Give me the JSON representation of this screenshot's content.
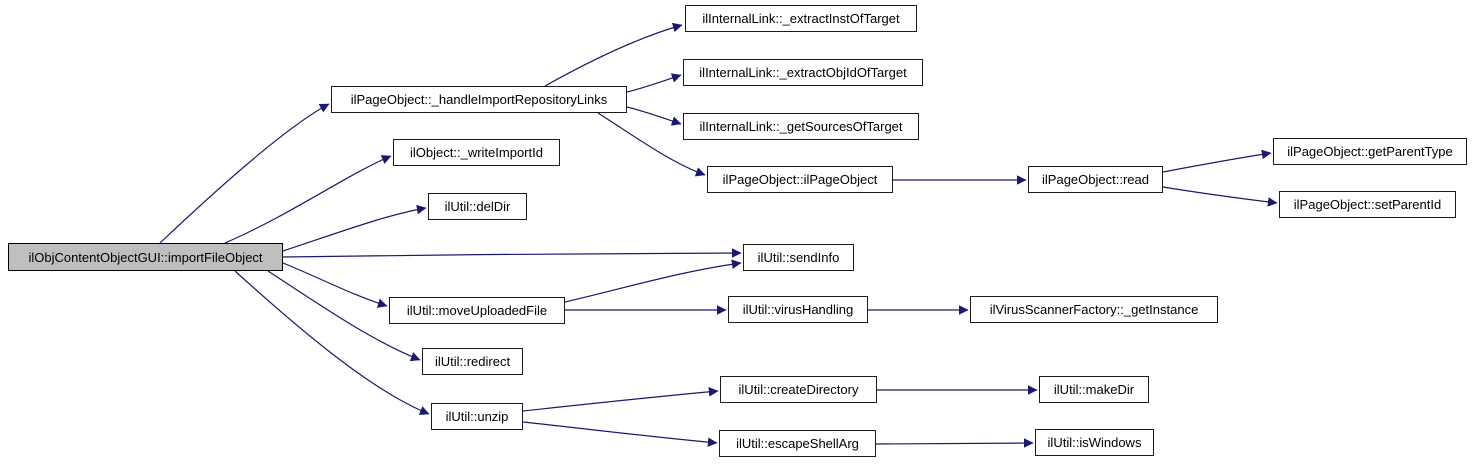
{
  "diagram_type": "doxygen-call-graph",
  "colors": {
    "edge": "#191970",
    "root_node_fill": "#bfbfbf",
    "node_fill": "#ffffff",
    "node_border": "#000000",
    "background": "#ffffff"
  },
  "nodes": {
    "import_file_object": {
      "label": "ilObjContentObjectGUI::importFileObject"
    },
    "handle_import_repository_links": {
      "label": "ilPageObject::_handleImportRepositoryLinks"
    },
    "write_import_id": {
      "label": "ilObject::_writeImportId"
    },
    "del_dir": {
      "label": "ilUtil::delDir"
    },
    "send_info": {
      "label": "ilUtil::sendInfo"
    },
    "move_uploaded_file": {
      "label": "ilUtil::moveUploadedFile"
    },
    "redirect": {
      "label": "ilUtil::redirect"
    },
    "unzip": {
      "label": "ilUtil::unzip"
    },
    "extract_inst_of_target": {
      "label": "ilInternalLink::_extractInstOfTarget"
    },
    "extract_obj_id_of_target": {
      "label": "ilInternalLink::_extractObjIdOfTarget"
    },
    "get_sources_of_target": {
      "label": "ilInternalLink::_getSourcesOfTarget"
    },
    "il_page_object": {
      "label": "ilPageObject::ilPageObject"
    },
    "read": {
      "label": "ilPageObject::read"
    },
    "get_parent_type": {
      "label": "ilPageObject::getParentType"
    },
    "set_parent_id": {
      "label": "ilPageObject::setParentId"
    },
    "virus_handling": {
      "label": "ilUtil::virusHandling"
    },
    "get_instance": {
      "label": "ilVirusScannerFactory::_getInstance"
    },
    "create_directory": {
      "label": "ilUtil::createDirectory"
    },
    "make_dir": {
      "label": "ilUtil::makeDir"
    },
    "escape_shell_arg": {
      "label": "ilUtil::escapeShellArg"
    },
    "is_windows": {
      "label": "ilUtil::isWindows"
    }
  },
  "edges": [
    {
      "from": "import_file_object",
      "to": "handle_import_repository_links"
    },
    {
      "from": "import_file_object",
      "to": "write_import_id"
    },
    {
      "from": "import_file_object",
      "to": "del_dir"
    },
    {
      "from": "import_file_object",
      "to": "send_info"
    },
    {
      "from": "import_file_object",
      "to": "move_uploaded_file"
    },
    {
      "from": "import_file_object",
      "to": "redirect"
    },
    {
      "from": "import_file_object",
      "to": "unzip"
    },
    {
      "from": "handle_import_repository_links",
      "to": "extract_inst_of_target"
    },
    {
      "from": "handle_import_repository_links",
      "to": "extract_obj_id_of_target"
    },
    {
      "from": "handle_import_repository_links",
      "to": "get_sources_of_target"
    },
    {
      "from": "handle_import_repository_links",
      "to": "il_page_object"
    },
    {
      "from": "il_page_object",
      "to": "read"
    },
    {
      "from": "read",
      "to": "get_parent_type"
    },
    {
      "from": "read",
      "to": "set_parent_id"
    },
    {
      "from": "move_uploaded_file",
      "to": "send_info"
    },
    {
      "from": "move_uploaded_file",
      "to": "virus_handling"
    },
    {
      "from": "virus_handling",
      "to": "get_instance"
    },
    {
      "from": "unzip",
      "to": "create_directory"
    },
    {
      "from": "unzip",
      "to": "escape_shell_arg"
    },
    {
      "from": "create_directory",
      "to": "make_dir"
    },
    {
      "from": "escape_shell_arg",
      "to": "is_windows"
    }
  ]
}
